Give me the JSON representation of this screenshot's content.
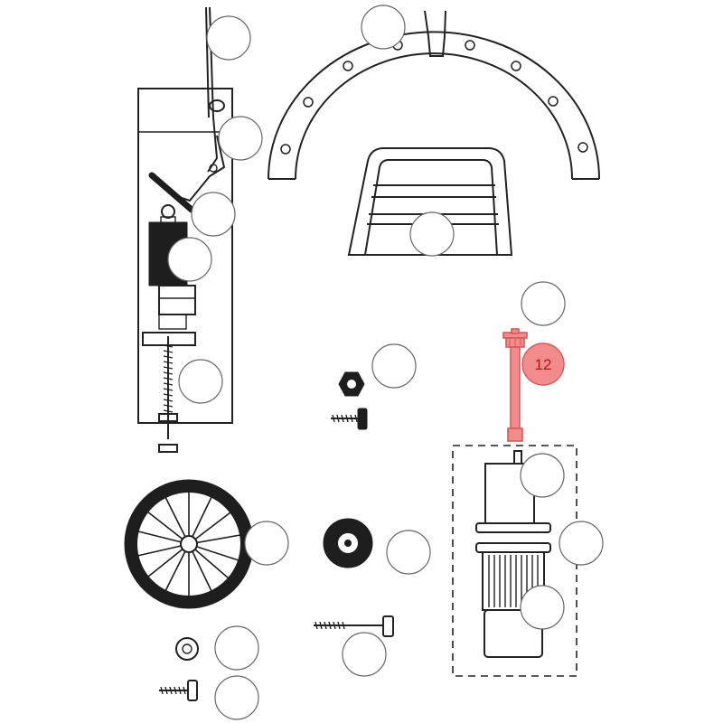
{
  "highlight": {
    "part_number": "12",
    "color": "#f28b8b",
    "stroke_color": "#d65a5a",
    "text_color": "#b01818"
  },
  "callouts": [
    {
      "id": "top-left-1",
      "label": ""
    },
    {
      "id": "top-left-2",
      "label": ""
    },
    {
      "id": "left-lever",
      "label": ""
    },
    {
      "id": "left-motor",
      "label": ""
    },
    {
      "id": "left-screw",
      "label": ""
    },
    {
      "id": "arc-top",
      "label": ""
    },
    {
      "id": "frame",
      "label": ""
    },
    {
      "id": "pin-top",
      "label": ""
    },
    {
      "id": "nut",
      "label": ""
    },
    {
      "id": "wheel",
      "label": ""
    },
    {
      "id": "roller",
      "label": ""
    },
    {
      "id": "motor-top",
      "label": ""
    },
    {
      "id": "motor-right",
      "label": ""
    },
    {
      "id": "motor-fan",
      "label": ""
    },
    {
      "id": "long-bolt",
      "label": ""
    },
    {
      "id": "washer",
      "label": ""
    },
    {
      "id": "small-bolt",
      "label": ""
    }
  ]
}
